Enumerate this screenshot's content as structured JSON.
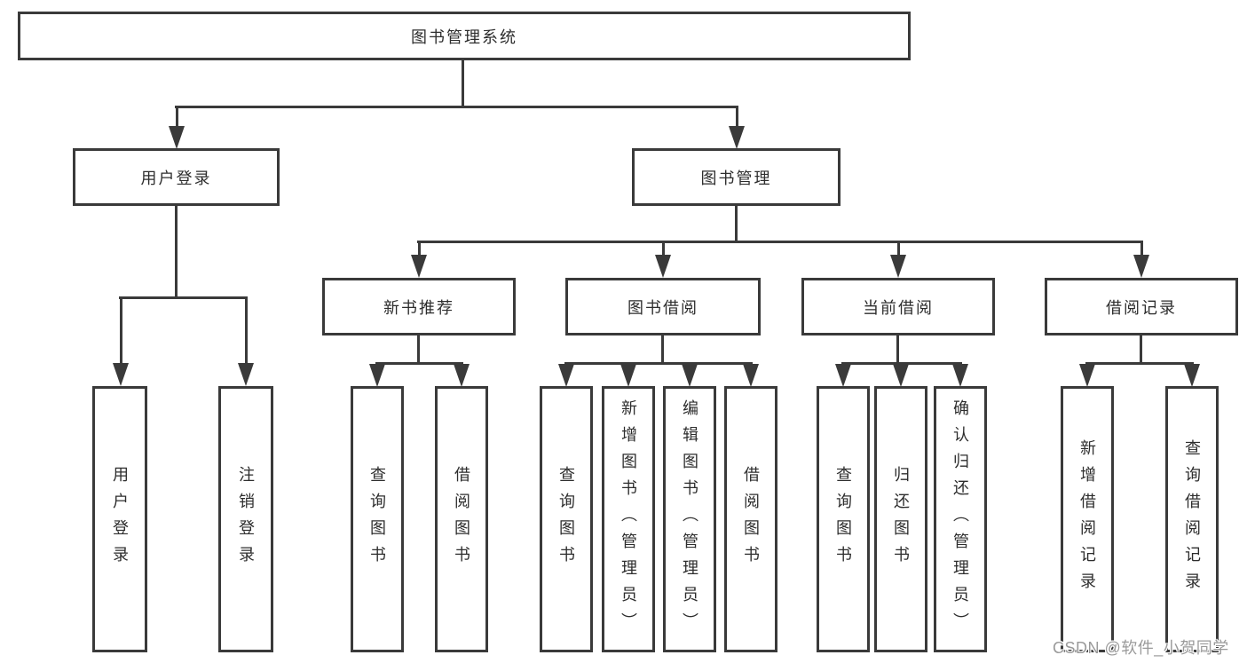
{
  "diagram": {
    "root": {
      "label": "图书管理系统"
    },
    "level1": [
      {
        "label": "用户登录"
      },
      {
        "label": "图书管理"
      }
    ],
    "level2": [
      {
        "label": "新书推荐"
      },
      {
        "label": "图书借阅"
      },
      {
        "label": "当前借阅"
      },
      {
        "label": "借阅记录"
      }
    ],
    "leaves": [
      {
        "label": "用户登录"
      },
      {
        "label": "注销登录"
      },
      {
        "label": "查询图书"
      },
      {
        "label": "借阅图书"
      },
      {
        "label": "查询图书"
      },
      {
        "label": "新增图书（管理员）"
      },
      {
        "label": "编辑图书（管理员）"
      },
      {
        "label": "借阅图书"
      },
      {
        "label": "查询图书"
      },
      {
        "label": "归还图书"
      },
      {
        "label": "确认归还（管理员）"
      },
      {
        "label": "新增借阅记录"
      },
      {
        "label": "查询借阅记录"
      }
    ],
    "watermark": {
      "text": "CSDN @软件_小贺同学"
    },
    "colors": {
      "line": "#3a3a3a",
      "text": "#2d2d2d",
      "box_background": "#ffffff",
      "watermark": "#9a9a9a"
    }
  }
}
